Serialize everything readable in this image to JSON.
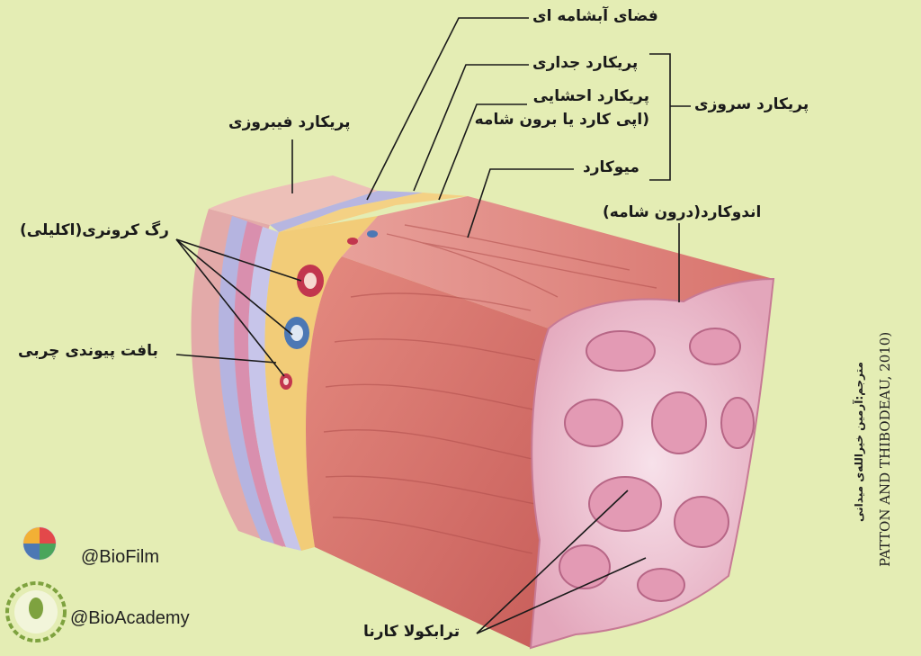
{
  "labels": {
    "subarachnoid_space": "فضای آبشامه ای",
    "parietal_pericardium": "پریکارد جداری",
    "visceral_pericardium_line1": "پریکارد احشایی",
    "visceral_pericardium_line2": "(اپی کارد یا برون شامه",
    "myocardium": "میوکارد",
    "serous_pericardium": "پریکارد سروزی",
    "fibrous_pericardium": "پریکارد فیبروزی",
    "coronary_vessel": "رگ کرونری(اکلیلی)",
    "adipose_tissue": "بافت پیوندی چربی",
    "endocardium": "اندوکارد(درون شامه)",
    "trabeculae_carneae": "ترابکولا کارنا"
  },
  "credits": {
    "source": "PATTON AND THIBODEAU, 2010)",
    "translator": "مترجم:آرمین خیرالله‌ی میدانی"
  },
  "watermarks": {
    "biofilm": "@BioFilm",
    "bioacademy": "@BioAcademy"
  },
  "colors": {
    "background": "#e4edb4",
    "muscle": "#d8736c",
    "fat": "#f3cf7a",
    "serous_layer": "#b9b8e3"
  }
}
